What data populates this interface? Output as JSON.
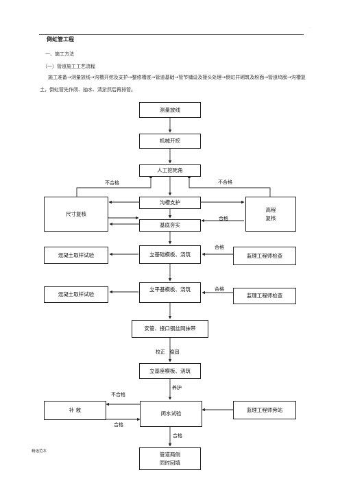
{
  "header": {
    "mark": "."
  },
  "doc": {
    "title": "倒虹管工程",
    "section1": "一、施工方法",
    "subsection1": "（一）管道施工工艺流程",
    "paragraph": "施工准备→测量放线→沟槽开挖及支护→整修槽底→管道基础→管节铺设及接头处理→倒虹井砌筑及粉面→管道坞膀→沟槽复土，倒虹管先作闭、抽水、清淤然后再排管。"
  },
  "flow": {
    "boxes": {
      "survey": "测量放线",
      "machine_dig": "机械开挖",
      "manual_dig": "人工挖死角",
      "trench_support": "沟槽支护",
      "size_check": "尺寸复核",
      "elevation_check": "高程\n复核",
      "base_compact": "基底夯实",
      "concrete_test_1": "混凝土取样试验",
      "base_formwork": "立基础模板、浇筑",
      "supervisor_check_1": "监理工程师检查",
      "concrete_test_2": "混凝土取样试验",
      "flat_base_formwork": "立平基模板、浇筑",
      "supervisor_check_2": "监理工程师检查",
      "pipe_install": "安管、接口钢丝网抹带",
      "seat_formwork": "立基座模板、浇筑",
      "remedy": "补 救",
      "water_test": "闭水试验",
      "supervisor_witness": "监理工程师旁站",
      "backfill": "管道两侧\n同时回填"
    },
    "labels": {
      "fail_left": "不合格",
      "fail_right": "不合格",
      "pass_right": "合格",
      "pass_base": "合格",
      "pass_flat": "合格",
      "correct_stable": "校正   稳固",
      "curing": "养护",
      "fail_water": "不合格",
      "pass_water_left": "合格",
      "pass_water_down": "合格"
    }
  },
  "footer": {
    "text": "精选范本"
  }
}
